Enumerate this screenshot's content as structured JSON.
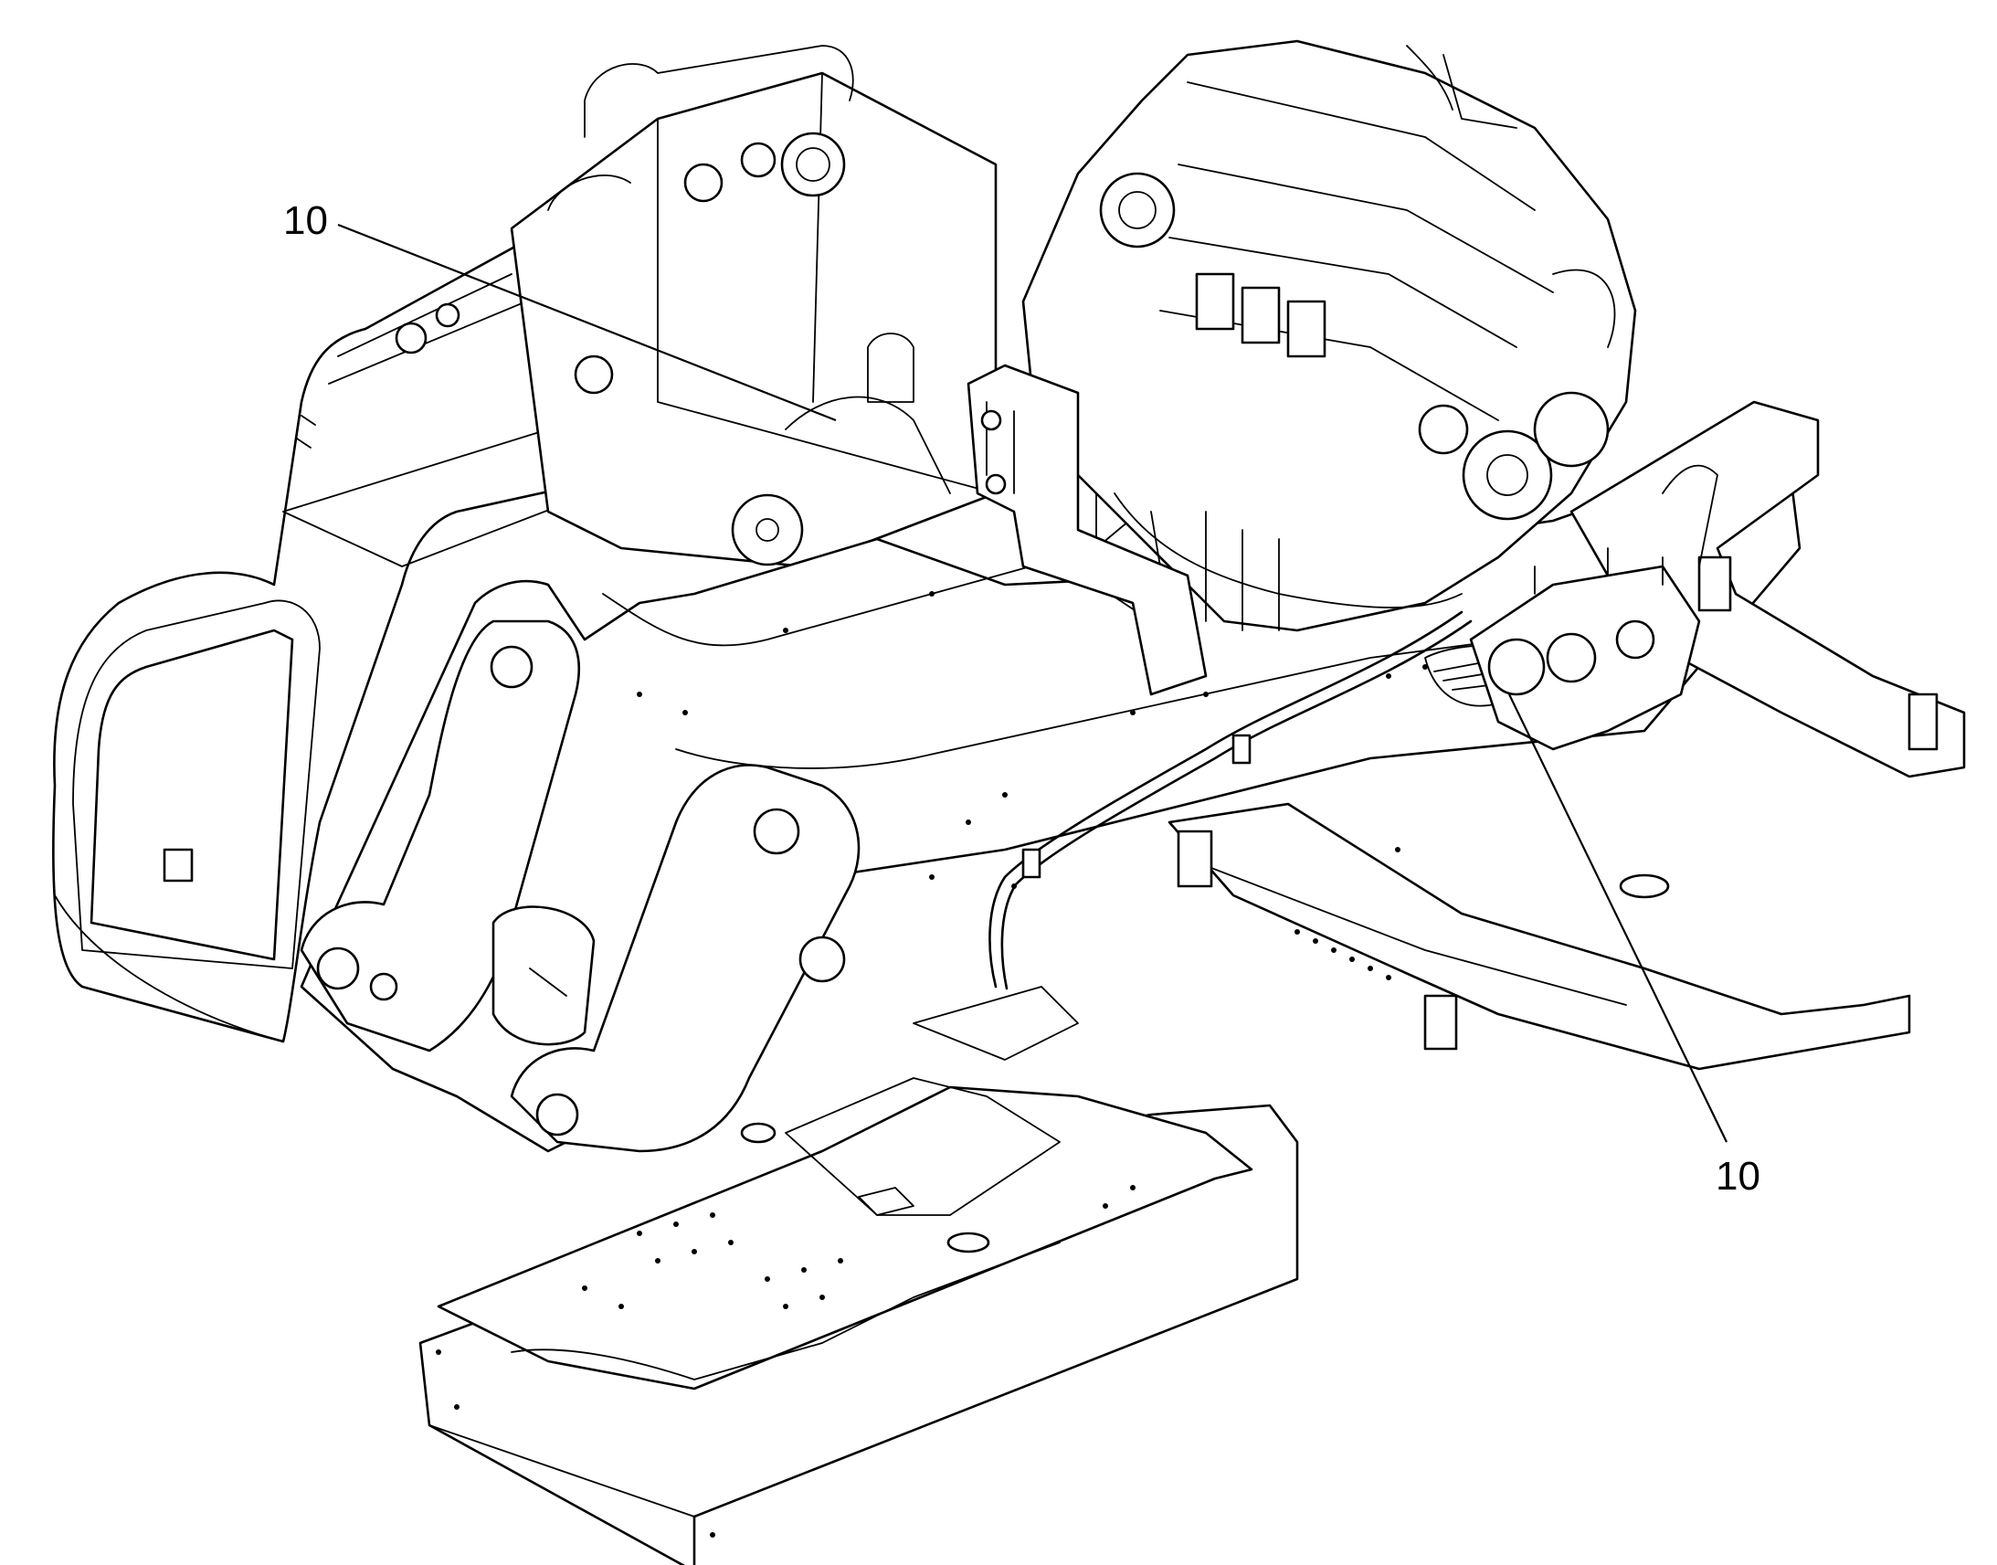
{
  "callouts": [
    {
      "id": "callout-upper-left",
      "label": "10"
    },
    {
      "id": "callout-lower-right",
      "label": "10"
    }
  ]
}
